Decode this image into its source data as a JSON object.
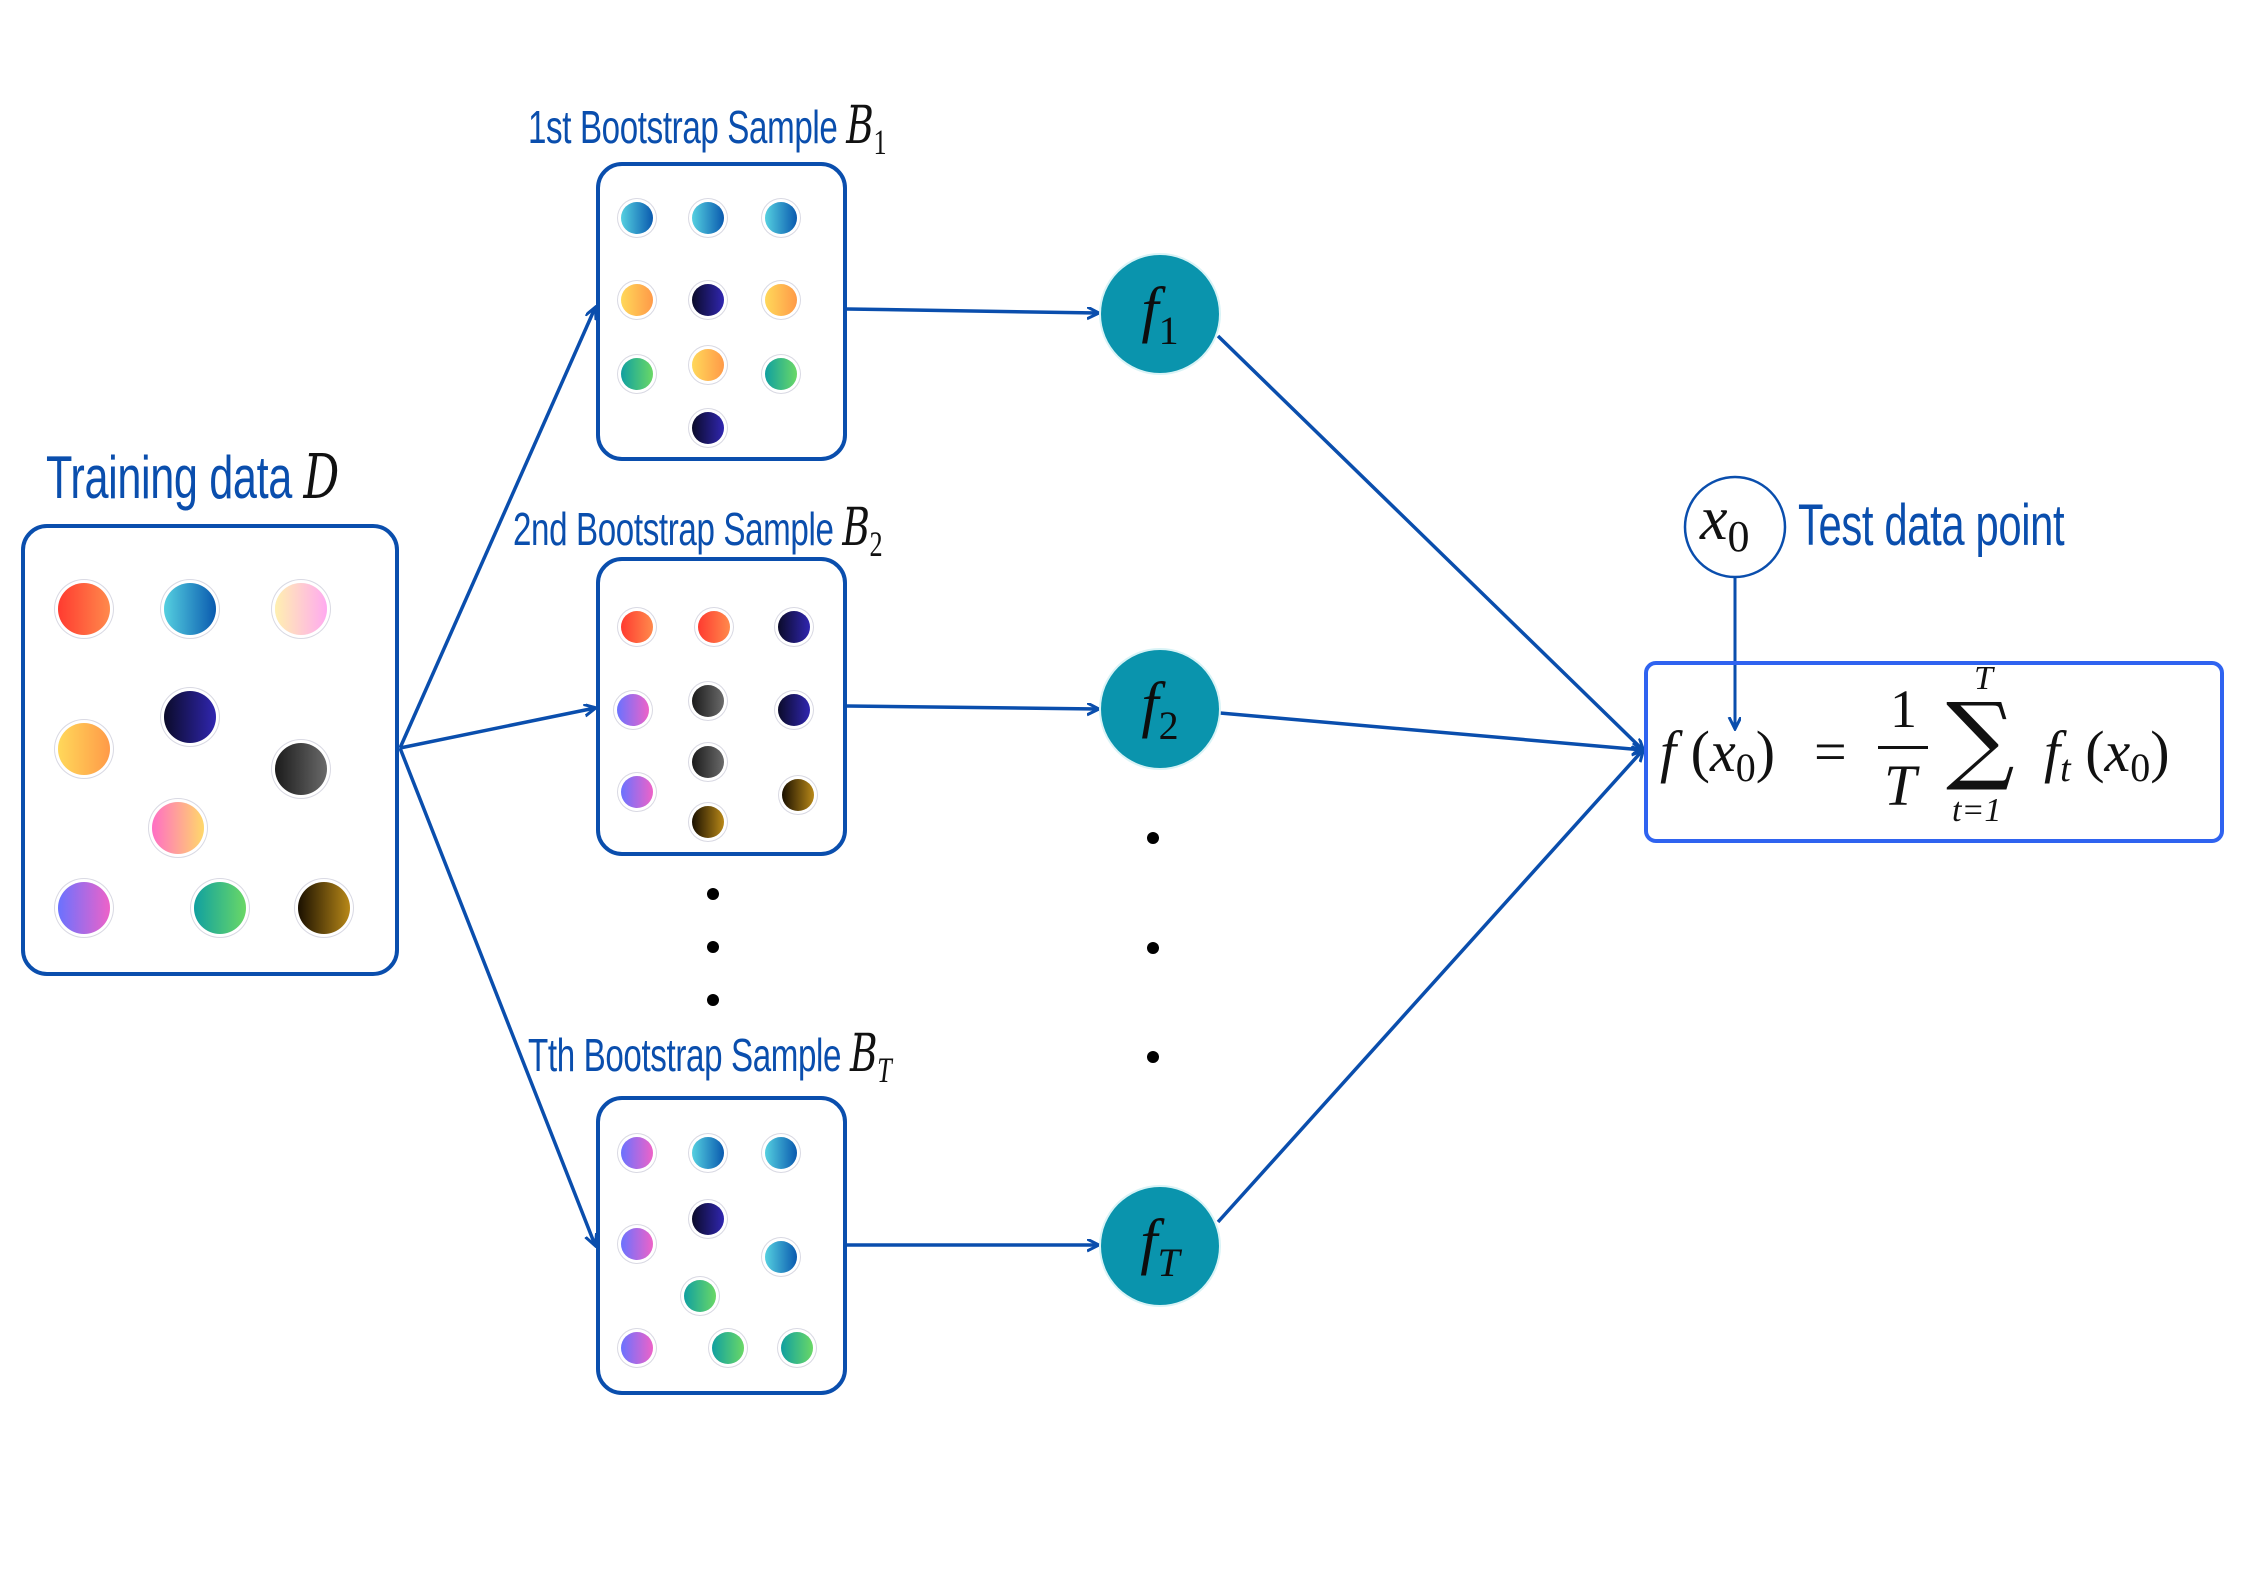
{
  "diagram": {
    "type": "bagging-ensemble",
    "colors": {
      "primary_blue": "#0a4ead",
      "formula_border": "#2f63f0",
      "model_node": "#0a94ad",
      "ellipsis": "#000000"
    },
    "training": {
      "label": "Training data",
      "symbol": "D",
      "points": [
        "red-orange",
        "cyan-blue",
        "cream-pink",
        "yellow-orange",
        "navy",
        "charcoal",
        "pink-yellow",
        "violet-magenta",
        "teal-green",
        "brown-gold"
      ]
    },
    "samples": [
      {
        "label": "1st Bootstrap Sample",
        "symbol": "B",
        "subscript": "1",
        "points": [
          "cyan-blue",
          "cyan-blue",
          "cyan-blue",
          "yellow-orange",
          "navy",
          "yellow-orange",
          "teal-green",
          "yellow-orange",
          "teal-green",
          "navy"
        ]
      },
      {
        "label": "2nd Bootstrap Sample",
        "symbol": "B",
        "subscript": "2",
        "points": [
          "red-orange",
          "red-orange",
          "navy",
          "violet-magenta",
          "charcoal",
          "navy",
          "charcoal",
          "violet-magenta",
          "brown-gold",
          "brown-gold"
        ]
      },
      {
        "label": "Tth Bootstrap Sample",
        "symbol": "B",
        "subscript": "T",
        "points": [
          "violet-magenta",
          "cyan-blue",
          "cyan-blue",
          "violet-magenta",
          "navy",
          "cyan-blue",
          "teal-green",
          "violet-magenta",
          "teal-green",
          "teal-green"
        ]
      }
    ],
    "models": [
      {
        "symbol": "f",
        "subscript": "1"
      },
      {
        "symbol": "f",
        "subscript": "2"
      },
      {
        "symbol": "f",
        "subscript": "T"
      }
    ],
    "test_point": {
      "symbol": "x",
      "subscript": "0",
      "label": "Test data point"
    },
    "formula": {
      "lhs_fn": "f",
      "arg": "x",
      "arg_sub": "0",
      "equals": "=",
      "frac_num": "1",
      "frac_den": "T",
      "sum_symbol": "∑",
      "sum_upper": "T",
      "sum_lower": "t=1",
      "rhs_fn": "f",
      "rhs_sub": "t",
      "text": "f(x0) = 1/T Σ_{t=1}^{T} f_t(x0)"
    },
    "ellipsis": "⋮"
  }
}
